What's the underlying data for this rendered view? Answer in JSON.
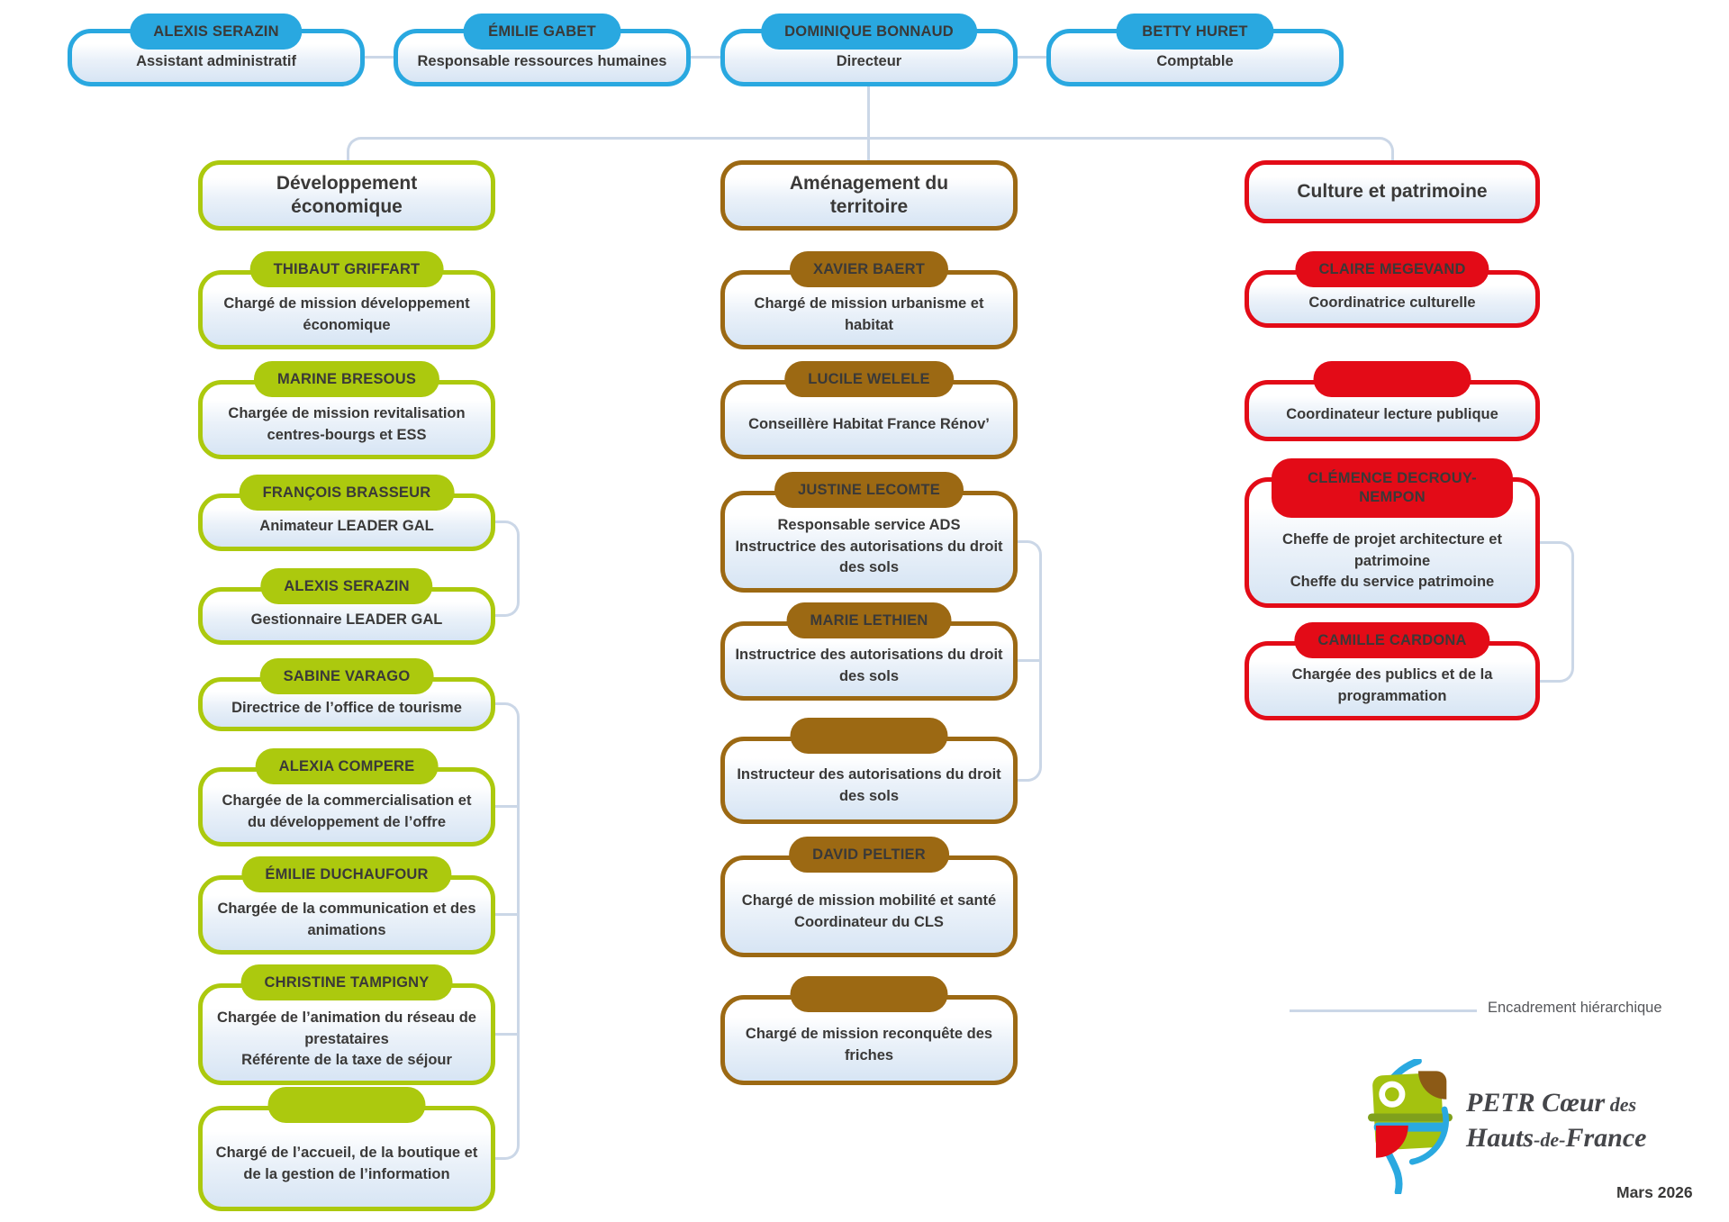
{
  "document": {
    "type": "organigramme",
    "org": "PETR Cœur des Hauts-de-France",
    "date": "Mars 2026"
  },
  "colors": {
    "direction_blue": "#29A8E0",
    "dev_eco_green": "#ACC90E",
    "amenagement_brown": "#9C6913",
    "culture_red": "#E30B17",
    "connector_gray": "#CBD7E7",
    "text_dark": "#3A3938"
  },
  "top_row": [
    {
      "name": "ALEXIS SERAZIN",
      "role": "Assistant administratif"
    },
    {
      "name": "ÉMILIE GABET",
      "role": "Responsable ressources humaines"
    },
    {
      "name": "DOMINIQUE BONNAUD",
      "role": "Directeur"
    },
    {
      "name": "BETTY HURET",
      "role": "Comptable"
    }
  ],
  "columns": [
    {
      "title": "Développement économique",
      "members": [
        {
          "name": "THIBAUT GRIFFART",
          "role": [
            "Chargé de mission développement économique"
          ]
        },
        {
          "name": "MARINE BRESOUS",
          "role": [
            "Chargée de mission revitalisation centres-bourgs et ESS"
          ]
        },
        {
          "name": "FRANÇOIS BRASSEUR",
          "role": [
            "Animateur LEADER GAL"
          ]
        },
        {
          "name": "ALEXIS SERAZIN",
          "role": [
            "Gestionnaire LEADER GAL"
          ]
        },
        {
          "name": "SABINE VARAGO",
          "role": [
            "Directrice de l’office de tourisme"
          ]
        },
        {
          "name": "ALEXIA COMPERE",
          "role": [
            "Chargée de la commercialisation et du développement de l’offre"
          ]
        },
        {
          "name": "ÉMILIE DUCHAUFOUR",
          "role": [
            "Chargée de la communication et des animations"
          ]
        },
        {
          "name": "CHRISTINE TAMPIGNY",
          "role": [
            "Chargée de l’animation du réseau de prestataires",
            "Référente de la taxe de séjour"
          ]
        },
        {
          "name": "",
          "role": [
            "Chargé de l’accueil, de la boutique et de la gestion de l’information"
          ]
        }
      ]
    },
    {
      "title": "Aménagement du territoire",
      "members": [
        {
          "name": "XAVIER BAERT",
          "role": [
            "Chargé de mission urbanisme et habitat"
          ]
        },
        {
          "name": "LUCILE WELELE",
          "role": [
            "Conseillère Habitat France Rénov’"
          ]
        },
        {
          "name": "JUSTINE LECOMTE",
          "role": [
            "Responsable service ADS",
            "Instructrice des autorisations du droit des sols"
          ]
        },
        {
          "name": "MARIE LETHIEN",
          "role": [
            "Instructrice des autorisations du droit des sols"
          ]
        },
        {
          "name": "",
          "role": [
            "Instructeur des autorisations du droit des sols"
          ]
        },
        {
          "name": "DAVID PELTIER",
          "role": [
            "Chargé de mission mobilité et santé",
            "Coordinateur du CLS"
          ]
        },
        {
          "name": "",
          "role": [
            "Chargé de mission reconquête des friches"
          ]
        }
      ]
    },
    {
      "title": "Culture et patrimoine",
      "members": [
        {
          "name": "CLAIRE MEGEVAND",
          "role": [
            "Coordinatrice culturelle"
          ]
        },
        {
          "name": "",
          "role": [
            "Coordinateur lecture publique"
          ]
        },
        {
          "name": "CLÉMENCE DECROUY-NEMPON",
          "role": [
            "Cheffe de projet architecture et patrimoine",
            "Cheffe du service patrimoine"
          ]
        },
        {
          "name": "CAMILLE CARDONA",
          "role": [
            "Chargée des publics et de la programmation"
          ]
        }
      ]
    }
  ],
  "legend": {
    "label": "Encadrement hiérarchique"
  },
  "logo": {
    "line1_main": "PETR Cœur",
    "line1_small": " des",
    "line2_a": "Hauts",
    "line2_b": "-de-",
    "line2_c": "France"
  },
  "footer": {
    "date": "Mars 2026"
  }
}
